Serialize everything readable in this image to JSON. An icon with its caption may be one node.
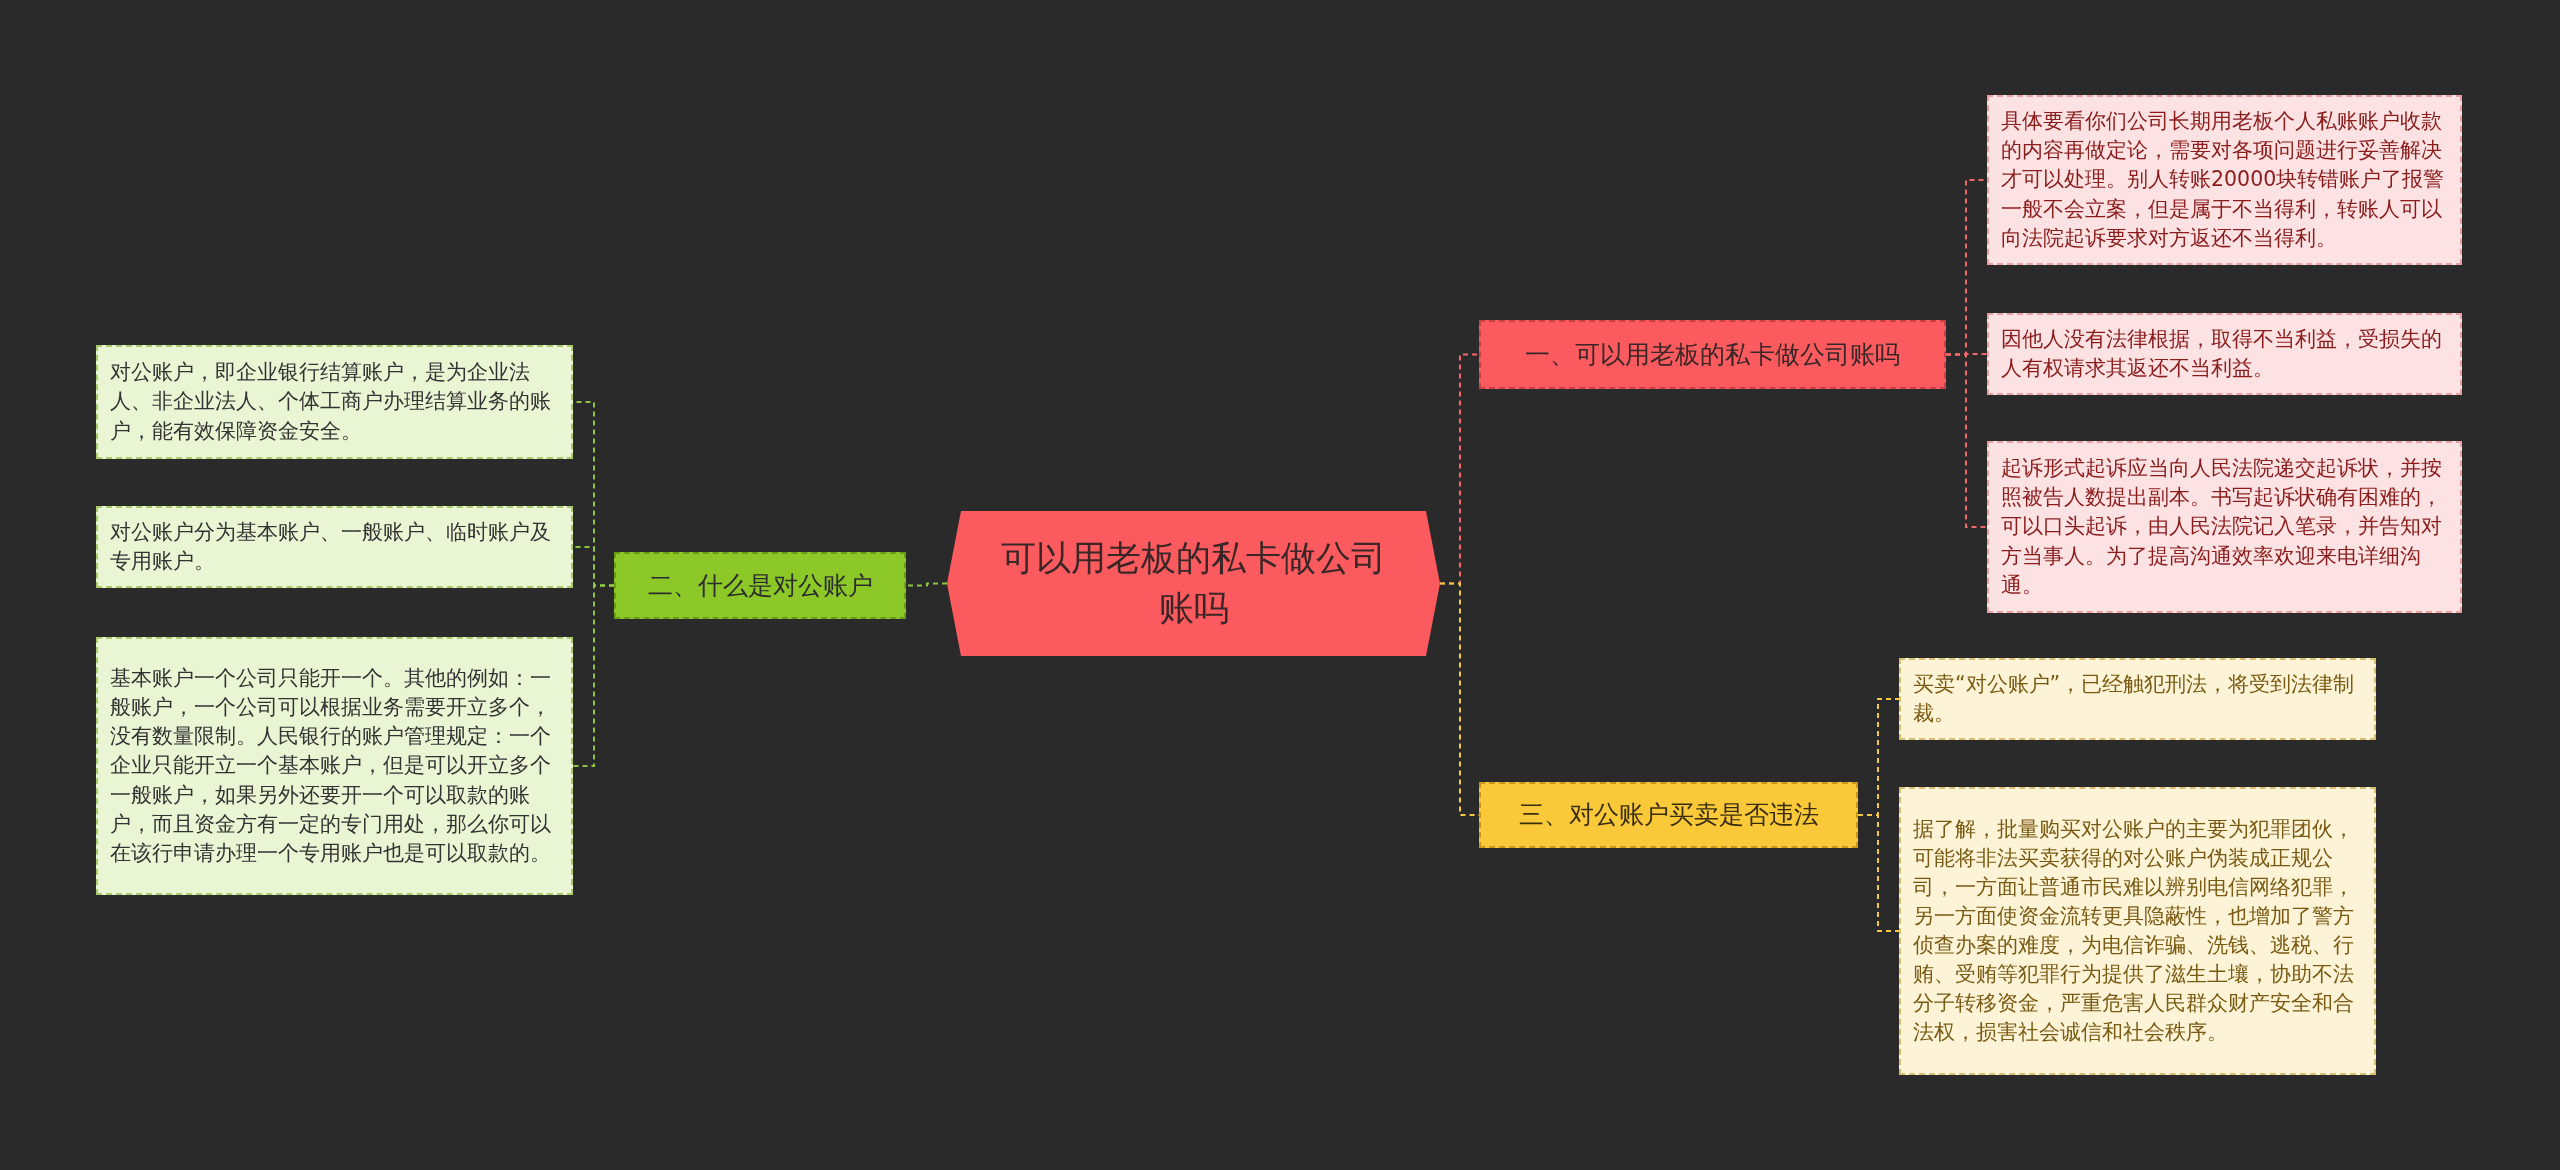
{
  "diagram": {
    "nodes": [
      {
        "text": [
          "可以用老板的私卡做公司账吗"
        ]
      },
      {
        "text": [
          "一、可以用老板的私卡做公司账吗"
        ]
      },
      {
        "text": [
          "具体要看你们公司长期用老板个人私账账户收款的内容再做定论，需要对各项问题进行妥善解决才可以处理。别人转账20000块转错账户了报警一般不会立案，但是属于不当得利，转账人可以向法院起诉要求对方返还不当得利。"
        ]
      },
      {
        "text": [
          "因他人没有法律根据，取得不当利益，受损失的人有权请求其返还不当利益。"
        ]
      },
      {
        "text": [
          "起诉形式起诉应当向人民法院递交起诉状，并按照被告人数提出副本。书写起诉状确有困难的，可以口头起诉，由人民法院记入笔录，并告知对方当事人。为了提高沟通效率欢迎来电详细沟通。"
        ]
      },
      {
        "text": [
          "二、什么是对公账户"
        ]
      },
      {
        "text": [
          "对公账户，即企业银行结算账户，是为企业法人、非企业法人、个体工商户办理结算业务的账户，能有效保障资金安全。"
        ]
      },
      {
        "text": [
          "对公账户分为基本账户、一般账户、临时账户及专用账户。"
        ]
      },
      {
        "text": [
          "基本账户一个公司只能开一个。其他的例如：一般账户，一个公司可以根据业务需要开立多个，没有数量限制。人民银行的账户管理规定：一个企业只能开立一个基本账户，但是可以开立多个一般账户，如果另外还要开一个可以取款的账户，而且资金方有一定的专门用处，那么你可以在该行申请办理一个专用账户也是可以取款的。"
        ]
      },
      {
        "text": [
          "三、对公账户买卖是否违法"
        ]
      },
      {
        "text": [
          "买卖“对公账户”，已经触犯刑法，将受到法律制裁。"
        ]
      },
      {
        "text": [
          "据了解，批量购买对公账户的主要为犯罪团伙，可能将非法买卖获得的对公账户伪装成正规公司，一方面让普通市民难以辨别电信网络犯罪，另一方面使资金流转更具隐蔽性，也增加了警方侦查办案的难度，为电信诈骗、洗钱、逃税、行贿、受贿等犯罪行为提供了滋生土壤，协助不法分子转移资金，严重危害人民群众财产安全和合法权，损害社会诚信和社会秩序。"
        ]
      }
    ],
    "edges": [
      {
        "from": 0,
        "to": 1,
        "arrow": "none",
        "style": "dashed",
        "color": "#f2676a"
      },
      {
        "from": 1,
        "to": 2,
        "arrow": "none",
        "style": "dashed",
        "color": "#f2676a"
      },
      {
        "from": 1,
        "to": 3,
        "arrow": "none",
        "style": "dashed",
        "color": "#f2676a"
      },
      {
        "from": 1,
        "to": 4,
        "arrow": "none",
        "style": "dashed",
        "color": "#f2676a"
      },
      {
        "from": 0,
        "to": 5,
        "arrow": "none",
        "style": "dashed",
        "color": "#8cc63f"
      },
      {
        "from": 5,
        "to": 6,
        "arrow": "none",
        "style": "dashed",
        "color": "#8cc63f"
      },
      {
        "from": 5,
        "to": 7,
        "arrow": "none",
        "style": "dashed",
        "color": "#8cc63f"
      },
      {
        "from": 5,
        "to": 8,
        "arrow": "none",
        "style": "dashed",
        "color": "#8cc63f"
      },
      {
        "from": 0,
        "to": 9,
        "arrow": "none",
        "style": "dashed",
        "color": "#f5c842"
      },
      {
        "from": 9,
        "to": 10,
        "arrow": "none",
        "style": "dashed",
        "color": "#f5c842"
      },
      {
        "from": 9,
        "to": 11,
        "arrow": "none",
        "style": "dashed",
        "color": "#f5c842"
      }
    ]
  }
}
